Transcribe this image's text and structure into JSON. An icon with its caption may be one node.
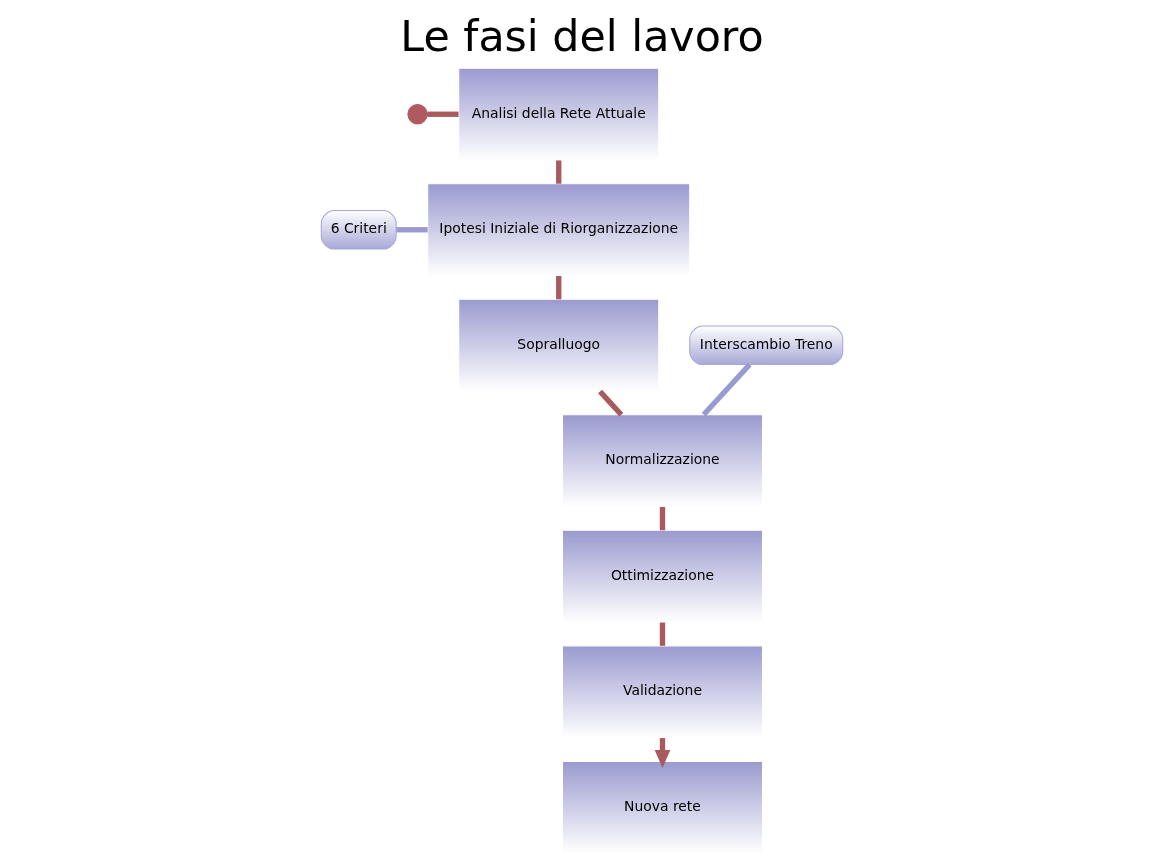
{
  "diagram": {
    "title": "Le fasi del lavoro",
    "nodes": [
      {
        "text": [],
        "shape": "circle"
      },
      {
        "text": [
          "Analisi della Rete Attuale"
        ]
      },
      {
        "text": [
          "Ipotesi Iniziale di Riorganizzazione"
        ]
      },
      {
        "text": [
          "6 Criteri"
        ]
      },
      {
        "text": [
          "Sopralluogo"
        ]
      },
      {
        "text": [
          "Interscambio Treno"
        ]
      },
      {
        "text": [
          "Normalizzazione"
        ]
      },
      {
        "text": [
          "Ottimizzazione"
        ]
      },
      {
        "text": [
          "Validazione"
        ]
      },
      {
        "text": [
          "Nuova rete"
        ]
      }
    ],
    "edges": [
      {
        "from": 0,
        "to": 1,
        "arrow": "none"
      },
      {
        "from": 1,
        "to": 2,
        "arrow": "none"
      },
      {
        "from": 2,
        "to": 4,
        "arrow": "none"
      },
      {
        "from": 4,
        "to": 6,
        "arrow": "none"
      },
      {
        "from": 6,
        "to": 7,
        "arrow": "none"
      },
      {
        "from": 7,
        "to": 8,
        "arrow": "none"
      },
      {
        "from": 8,
        "to": 9,
        "arrow": "to"
      },
      {
        "from": 3,
        "to": 2,
        "arrow": "none",
        "color": "#9a9ad0"
      },
      {
        "from": 5,
        "to": 6,
        "arrow": "none",
        "color": "#9a9ad0"
      }
    ]
  }
}
